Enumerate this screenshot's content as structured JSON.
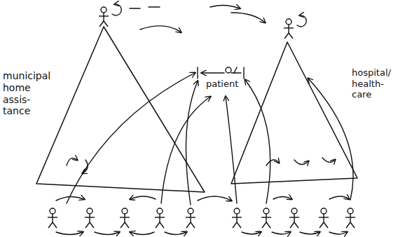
{
  "diagram": {
    "nodes": [
      {
        "text": [
          "municipal home assis- tance"
        ]
      },
      {
        "text": [
          "hospital/ health- care"
        ]
      }
    ],
    "labels": [
      "patient"
    ]
  }
}
